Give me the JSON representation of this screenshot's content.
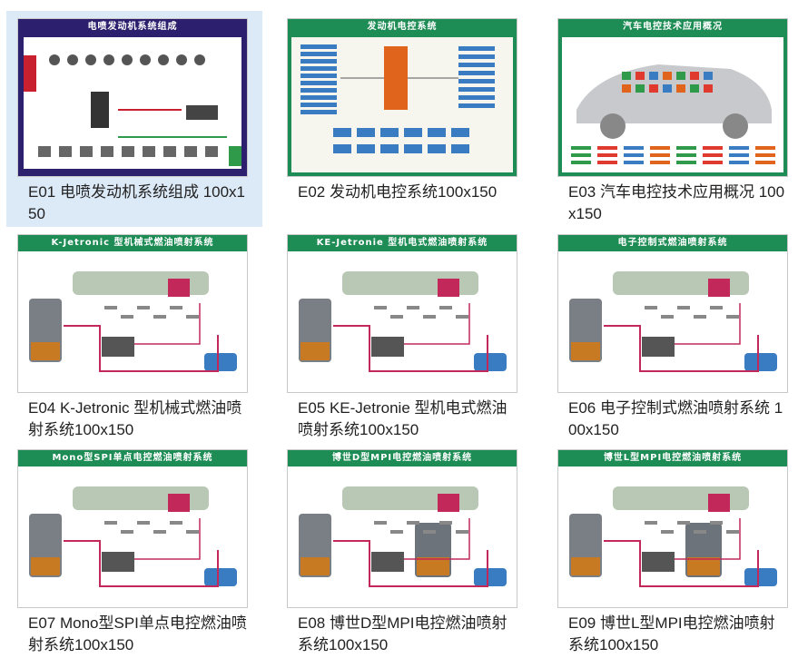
{
  "selected_index": 0,
  "items": [
    {
      "id": "E01",
      "caption": "E01 电喷发动机系统组成 100x150",
      "thumb_title": "电喷发动机系统组成",
      "header_color": "#2b1f6e",
      "style": "dark"
    },
    {
      "id": "E02",
      "caption": "E02 发动机电控系统100x150",
      "thumb_title": "发动机电控系统",
      "header_color": "#1e8c55",
      "style": "flow"
    },
    {
      "id": "E03",
      "caption": "E03 汽车电控技术应用概况 100x150",
      "thumb_title": "汽车电控技术应用概况",
      "header_color": "#1e8c55",
      "style": "car"
    },
    {
      "id": "E04",
      "caption": "E04 K-Jetronic 型机械式燃油喷射系统100x150",
      "thumb_title": "K-Jetronic 型机械式燃油喷射系统",
      "header_color": "#1e8c55",
      "style": "engine"
    },
    {
      "id": "E05",
      "caption": "E05 KE-Jetronie 型机电式燃油喷射系统100x150",
      "thumb_title": "KE-Jetronie 型机电式燃油喷射系统",
      "header_color": "#1e8c55",
      "style": "engine"
    },
    {
      "id": "E06",
      "caption": "E06 电子控制式燃油喷射系统 100x150",
      "thumb_title": "电子控制式燃油喷射系统",
      "header_color": "#1e8c55",
      "style": "engine2"
    },
    {
      "id": "E07",
      "caption": "E07 Mono型SPI单点电控燃油喷射系统100x150",
      "thumb_title": "Mono型SPI单点电控燃油喷射系统",
      "header_color": "#1e8c55",
      "style": "engine2"
    },
    {
      "id": "E08",
      "caption": "E08 博世D型MPI电控燃油喷射系统100x150",
      "thumb_title": "博世D型MPI电控燃油喷射系统",
      "header_color": "#1e8c55",
      "style": "engine3"
    },
    {
      "id": "E09",
      "caption": "E09 博世L型MPI电控燃油喷射系统100x150",
      "thumb_title": "博世L型MPI电控燃油喷射系统",
      "header_color": "#1e8c55",
      "style": "engine3"
    }
  ]
}
